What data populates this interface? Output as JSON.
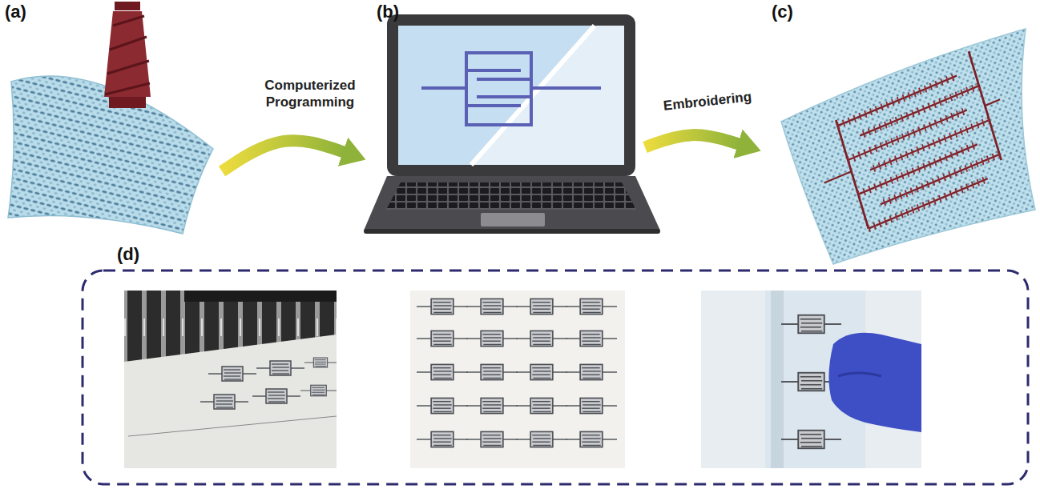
{
  "diagram": {
    "nodes": [
      {
        "text": [
          "(a)"
        ]
      },
      {
        "text": [
          "(b)"
        ]
      },
      {
        "text": [
          "(c)"
        ]
      },
      {
        "text": [
          "(d)"
        ]
      }
    ],
    "edges": [
      {
        "from": 0,
        "to": 1,
        "label": "Computerized Programming",
        "arrow": "to"
      },
      {
        "from": 1,
        "to": 2,
        "label": "Embroidering",
        "arrow": "to"
      }
    ]
  }
}
